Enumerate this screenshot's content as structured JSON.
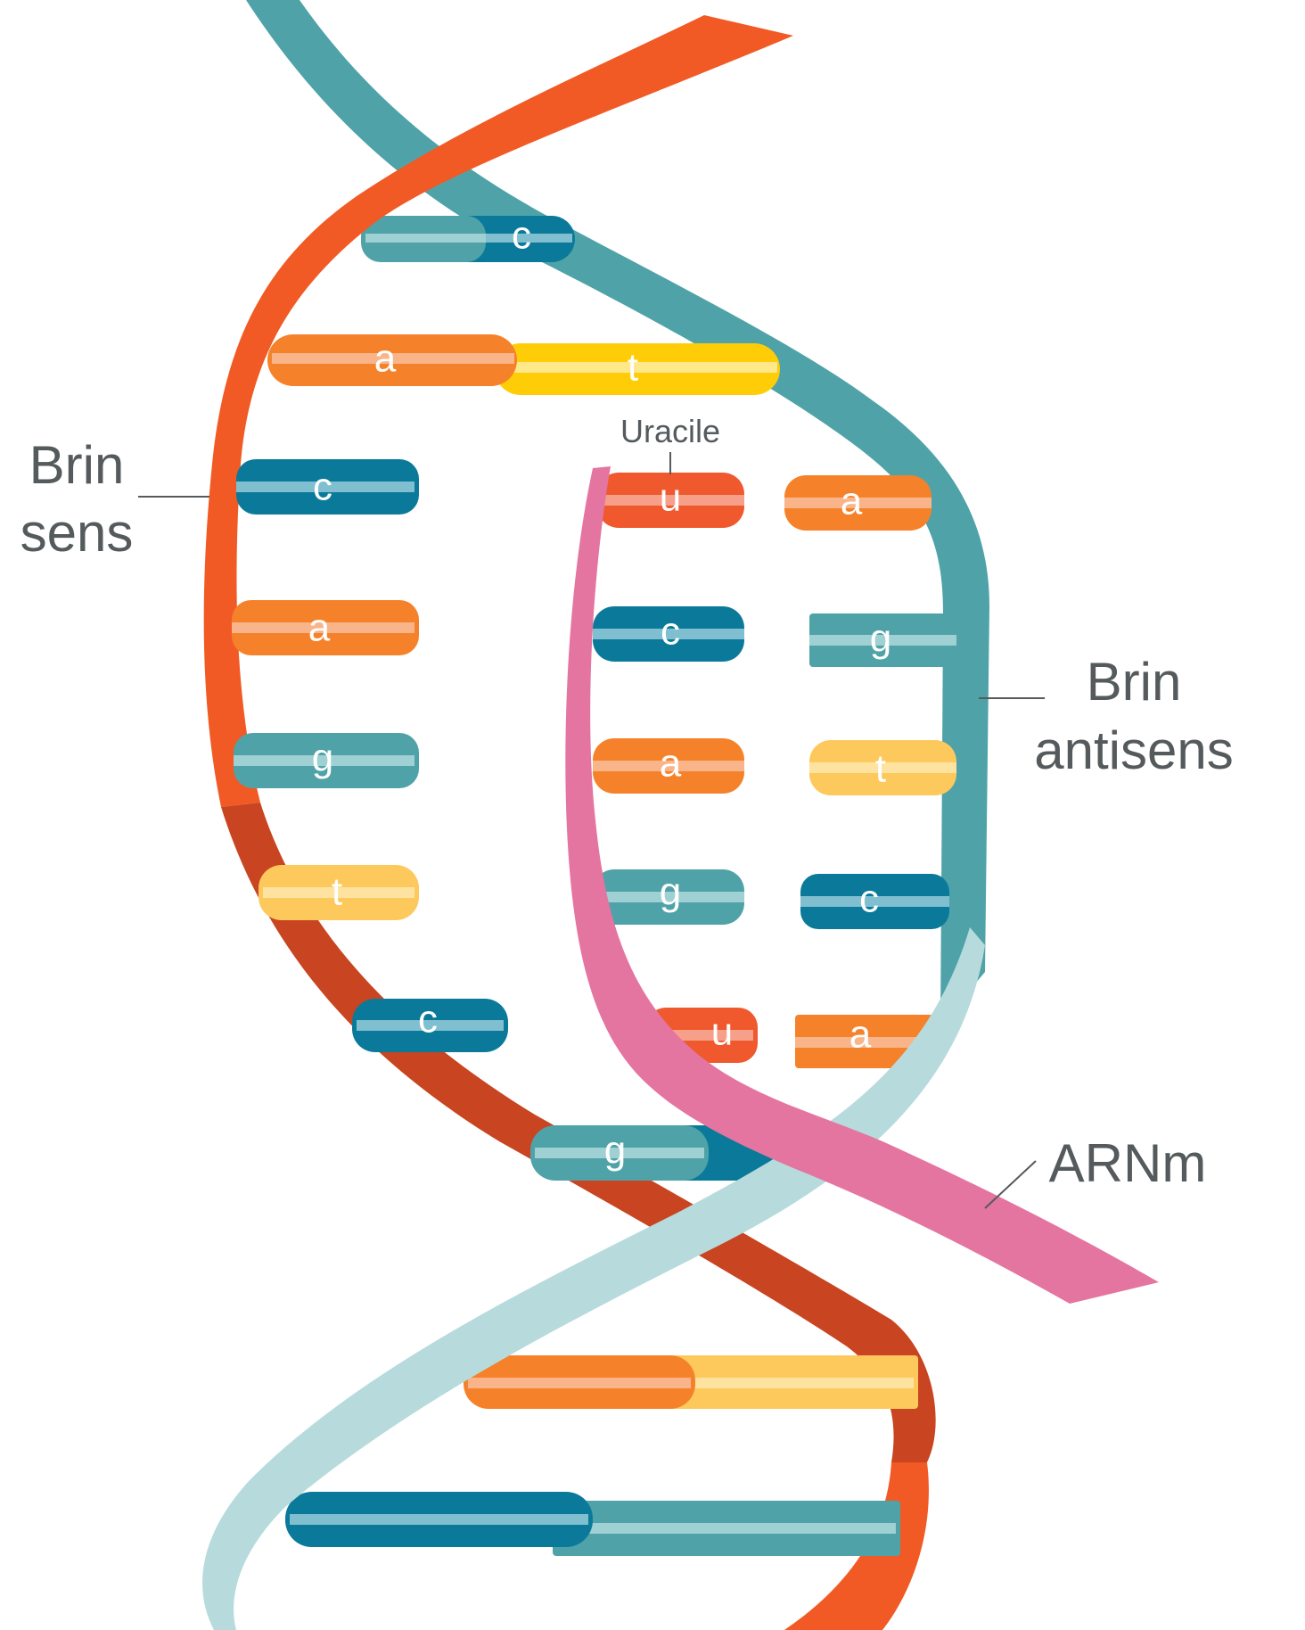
{
  "labels": {
    "sense_strand": [
      "Brin",
      "sens"
    ],
    "antisense_strand": [
      "Brin",
      "antisens"
    ],
    "mrna": "ARNm",
    "uracil": "Uracile"
  },
  "colors": {
    "sense_strand": "#f15a24",
    "sense_strand_dark": "#c94420",
    "antisense_strand": "#4fa3a8",
    "antisense_strand_light": "#b7dbdc",
    "mrna_strand": "#e475a0",
    "label_text": "#555a5d",
    "base_a": "#f5822a",
    "base_c": "#0b7a9a",
    "base_g": "#4fa3a8",
    "base_t": "#fdc95c",
    "base_u": "#f0582e",
    "base_t_top": "#fecd08"
  },
  "bases": {
    "top_pairs": [
      "c",
      "a",
      "t"
    ],
    "sense_side": [
      "c",
      "a",
      "g",
      "t",
      "c",
      "g"
    ],
    "mrna_side": [
      "u",
      "c",
      "a",
      "g",
      "u"
    ],
    "antisense_side": [
      "a",
      "g",
      "t",
      "c",
      "a"
    ]
  }
}
